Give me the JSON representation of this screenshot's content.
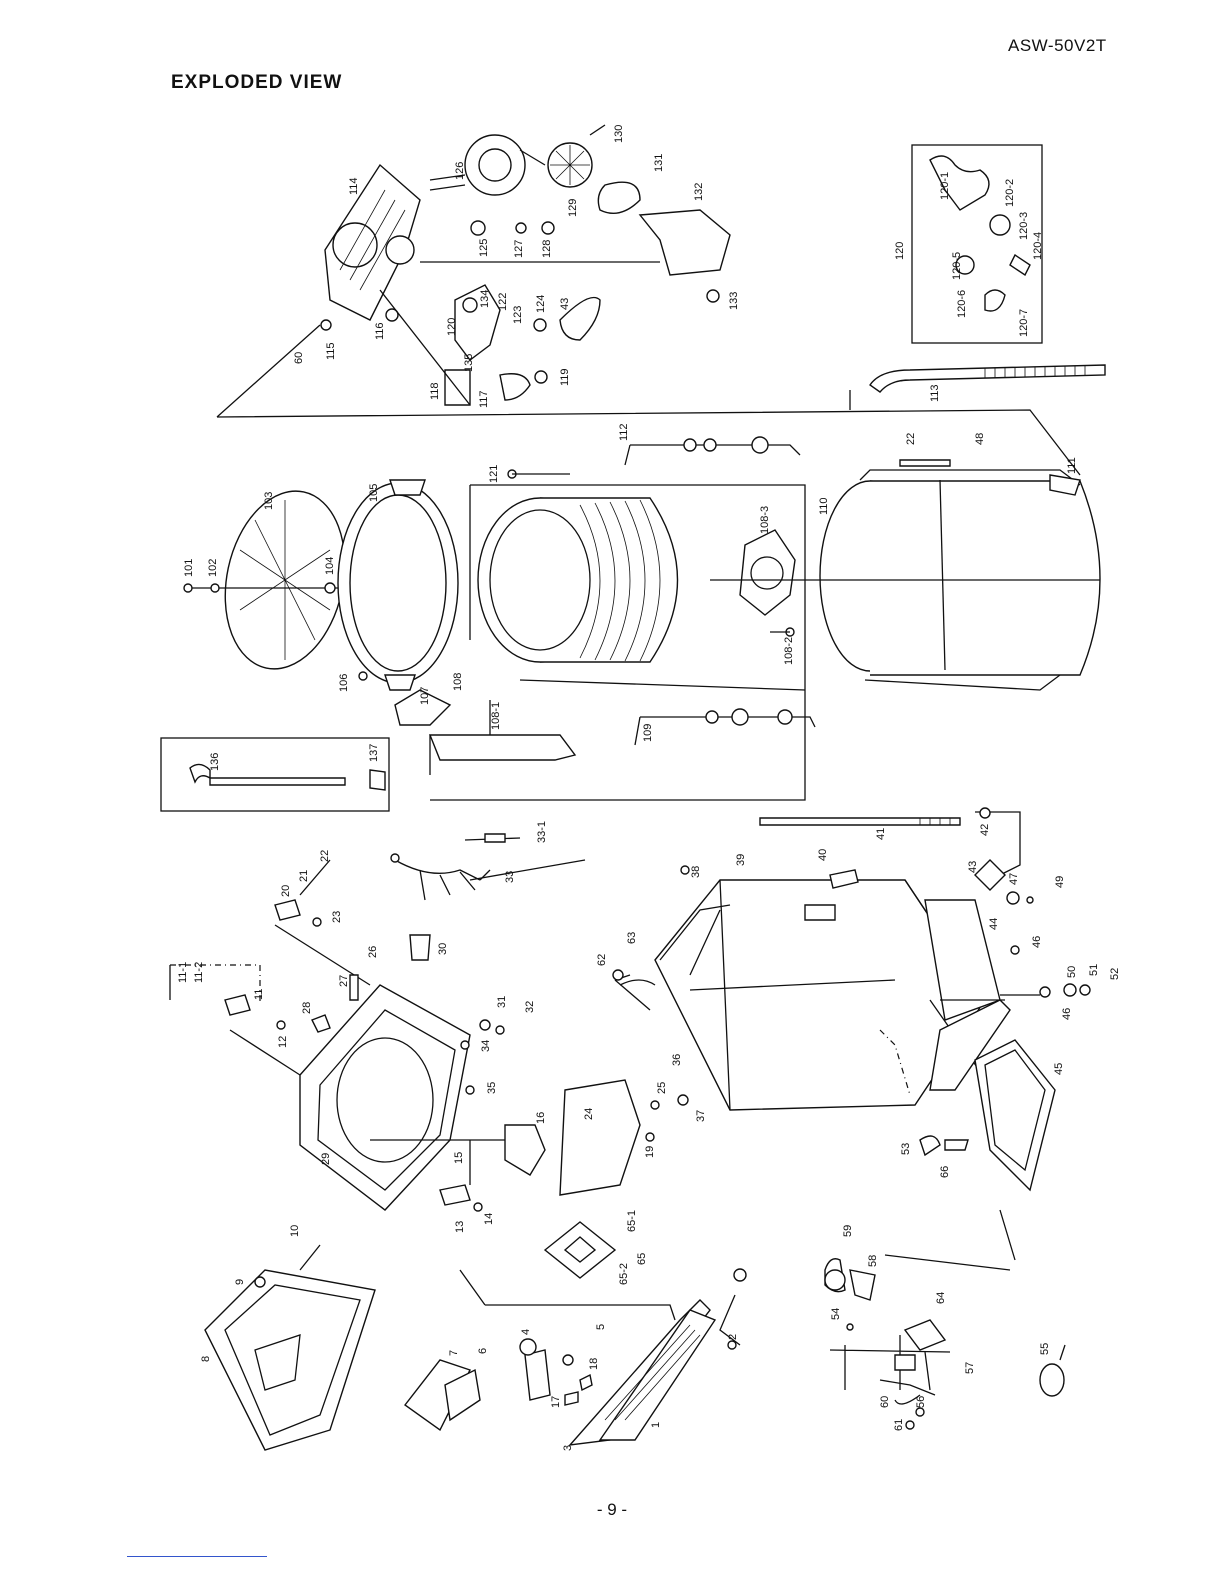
{
  "header": {
    "model": "ASW-50V2T",
    "title": "EXPLODED VIEW"
  },
  "footer": {
    "page_number": "- 9 -"
  },
  "callouts": [
    "1",
    "2",
    "3",
    "4",
    "5",
    "6",
    "7",
    "8",
    "9",
    "10",
    "11",
    "11-1",
    "11-2",
    "12",
    "13",
    "14",
    "15",
    "16",
    "17",
    "18",
    "19",
    "20",
    "21",
    "22",
    "23",
    "24",
    "25",
    "26",
    "27",
    "28",
    "29",
    "30",
    "31",
    "32",
    "33",
    "33-1",
    "34",
    "35",
    "36",
    "37",
    "38",
    "39",
    "40",
    "41",
    "42",
    "43",
    "44",
    "45",
    "46",
    "47",
    "48",
    "49",
    "50",
    "51",
    "52",
    "53",
    "54",
    "55",
    "56",
    "57",
    "58",
    "59",
    "60",
    "61",
    "62",
    "63",
    "64",
    "65",
    "65-1",
    "65-2",
    "66",
    "101",
    "102",
    "103",
    "104",
    "105",
    "106",
    "107",
    "108",
    "108-1",
    "108-2",
    "108-3",
    "109",
    "110",
    "111",
    "112",
    "113",
    "114",
    "115",
    "116",
    "117",
    "118",
    "119",
    "120",
    "120-1",
    "120-2",
    "120-3",
    "120-4",
    "120-5",
    "120-6",
    "120-7",
    "121",
    "122",
    "123",
    "124",
    "125",
    "126",
    "127",
    "128",
    "129",
    "130",
    "131",
    "132",
    "133",
    "134",
    "135",
    "136",
    "137"
  ]
}
